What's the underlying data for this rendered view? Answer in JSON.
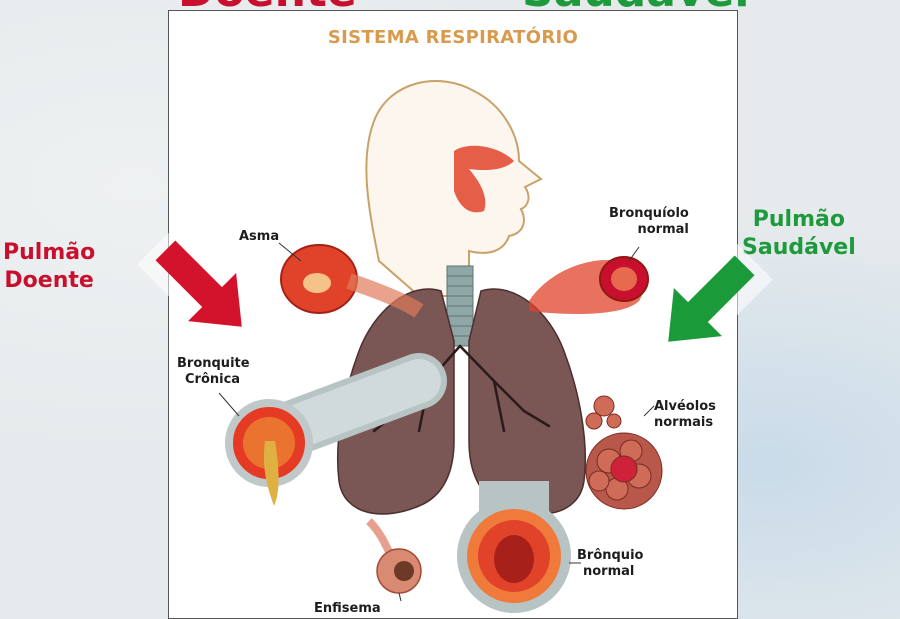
{
  "top_left_word": "Doente",
  "top_right_word": "Saudável",
  "title": "SISTEMA RESPIRATÓRIO",
  "left_label": {
    "line1": "Pulmão",
    "line2": "Doente",
    "color": "#c8102e"
  },
  "right_label": {
    "line1": "Pulmão",
    "line2": "Saudável",
    "color": "#1e9a3c"
  },
  "parts": {
    "asma": "Asma",
    "bronquiolo_normal": {
      "line1": "Bronquíolo",
      "line2": "normal"
    },
    "bronquite_cronica": {
      "line1": "Bronquite",
      "line2": "Crônica"
    },
    "alveolos_normais": {
      "line1": "Alvéolos",
      "line2": "normais"
    },
    "bronquio_normal": {
      "line1": "Brônquio",
      "line2": "normal"
    },
    "enfisema": "Enfisema"
  },
  "colors": {
    "arrow_red": "#d3132c",
    "arrow_green": "#1b9a3a",
    "title_orange": "#d99a4e",
    "lung": "#7a5654",
    "tissue_red": "#e0432a"
  }
}
